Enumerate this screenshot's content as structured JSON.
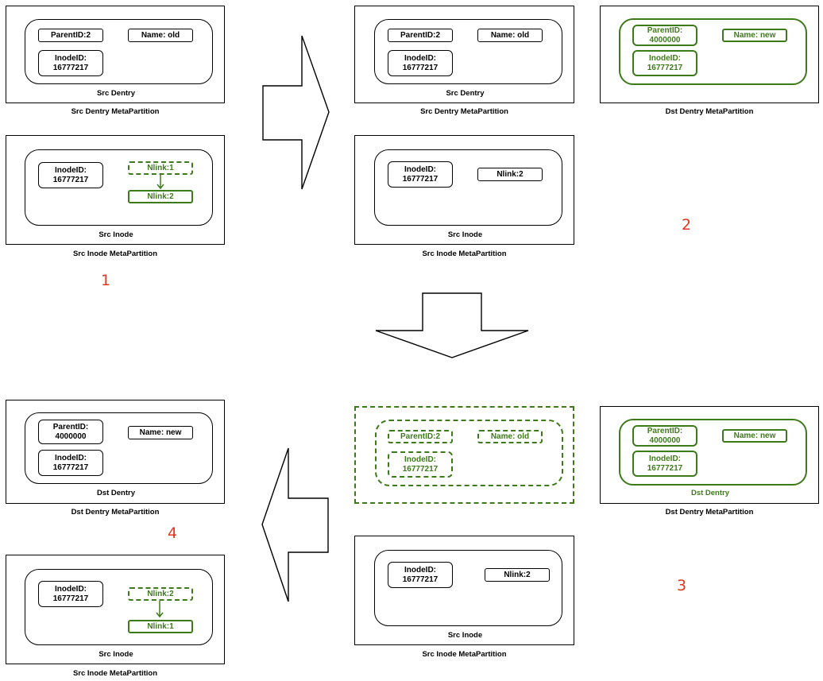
{
  "labels": {
    "src_dentry": "Src Dentry",
    "src_dentry_mp": "Src Dentry MetaPartition",
    "src_inode": "Src Inode",
    "src_inode_mp": "Src Inode MetaPartition",
    "dst_dentry": "Dst Dentry",
    "dst_dentry_mp": "Dst Dentry MetaPartition"
  },
  "fields": {
    "parent_id_2": "ParentID:2",
    "name_old": "Name: old",
    "name_new": "Name: new",
    "inode_id": "InodeID:\n16777217",
    "parent_id_new": "ParentID:\n4000000",
    "nlink_1": "Nlink:1",
    "nlink_2": "Nlink:2"
  },
  "steps": [
    "1",
    "2",
    "3",
    "4"
  ],
  "colors": {
    "highlight": "#3d7a1a",
    "step_number": "#e0371f"
  }
}
